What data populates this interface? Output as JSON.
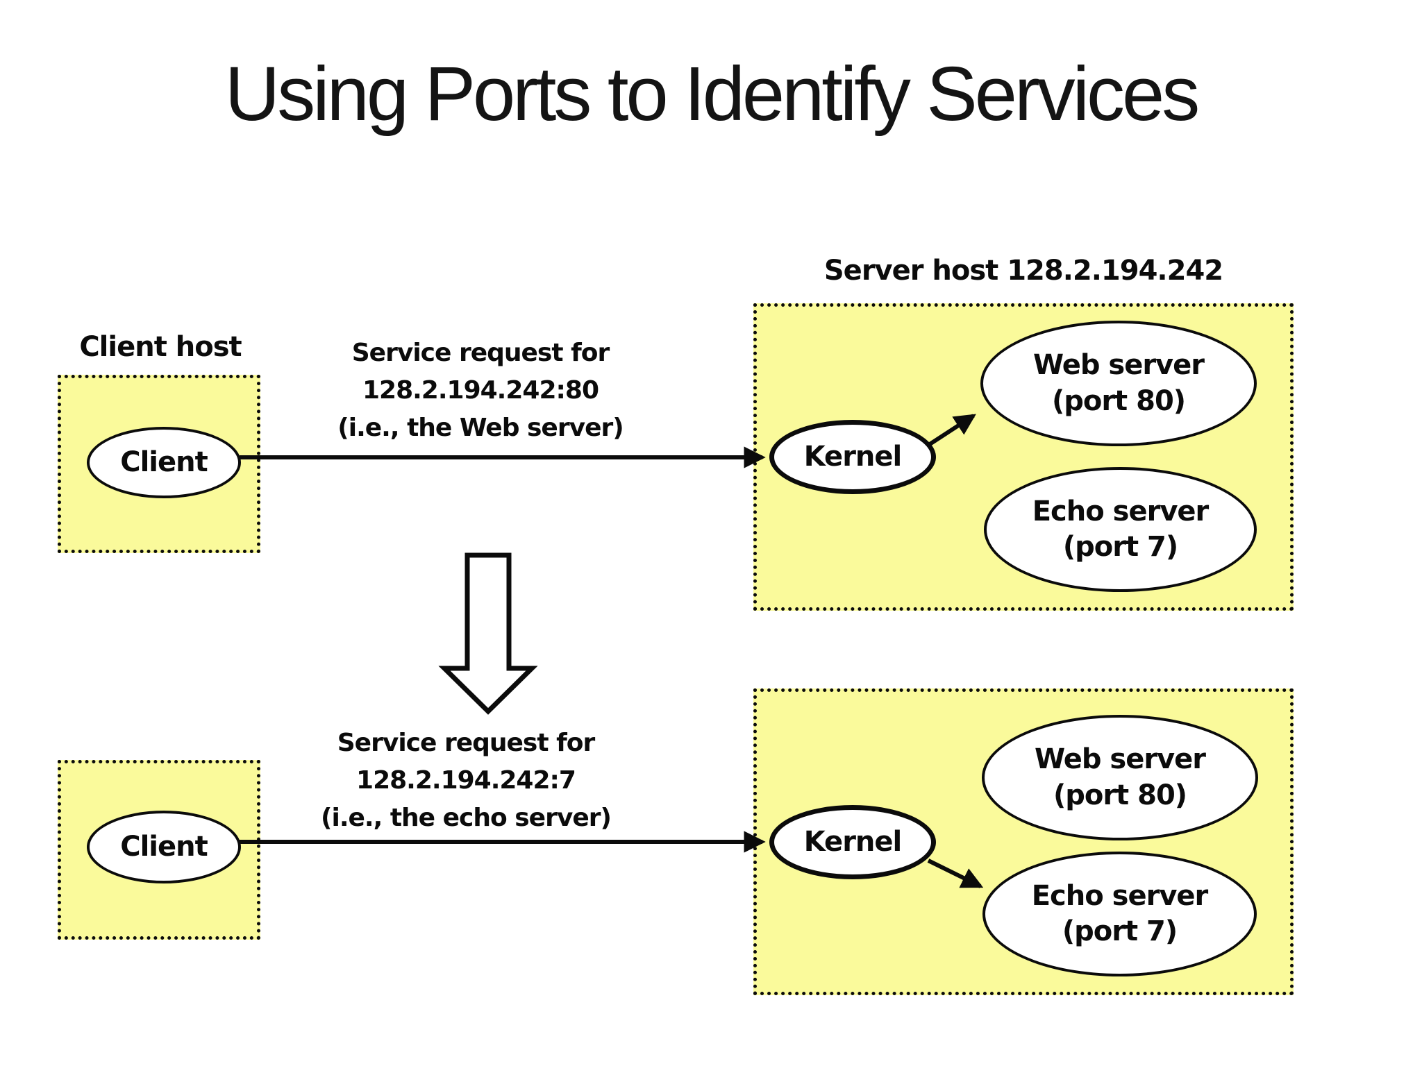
{
  "slide": {
    "title": "Using Ports to Identify Services"
  },
  "colors": {
    "host_fill": "#FAFA9B",
    "outline": "#0B0B0B",
    "node_fill": "#FFFFFF"
  },
  "top_flow": {
    "client_host_label": "Client host",
    "client_node": "Client",
    "request_lines": [
      "Service request for",
      "128.2.194.242:80",
      "(i.e., the Web server)"
    ],
    "server_host_label": "Server host 128.2.194.242",
    "kernel_node": "Kernel",
    "web_server_lines": [
      "Web server",
      "(port 80)"
    ],
    "echo_server_lines": [
      "Echo server",
      "(port 7)"
    ]
  },
  "bottom_flow": {
    "client_node": "Client",
    "request_lines": [
      "Service request for",
      "128.2.194.242:7",
      "(i.e., the echo server)"
    ],
    "kernel_node": "Kernel",
    "web_server_lines": [
      "Web server",
      "(port 80)"
    ],
    "echo_server_lines": [
      "Echo server",
      "(port 7)"
    ]
  }
}
